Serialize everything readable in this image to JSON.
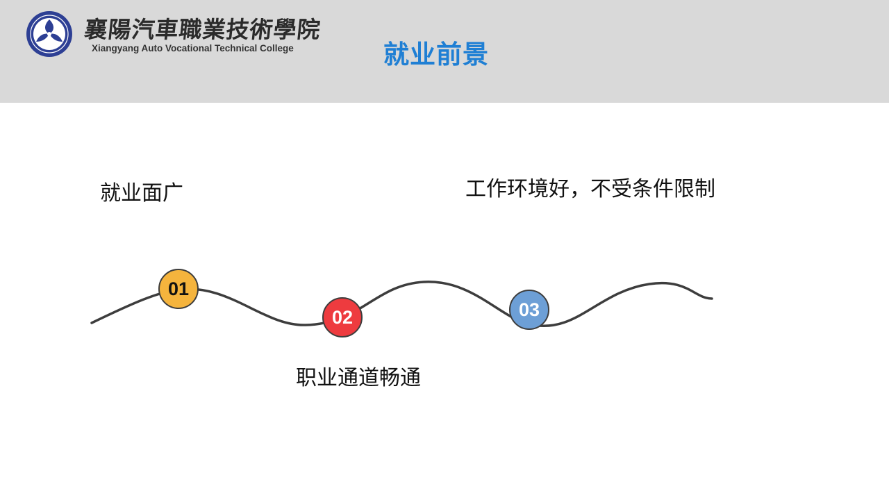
{
  "header": {
    "logo_cn": "襄陽汽車職業技術學院",
    "logo_en": "Xiangyang Auto Vocational Technical College",
    "title": "就业前景"
  },
  "timeline": {
    "steps": [
      {
        "number": "01",
        "text": "就业面广",
        "color": "#f5b43d"
      },
      {
        "number": "02",
        "text": "职业通道畅通",
        "color": "#ee3b3f"
      },
      {
        "number": "03",
        "text": "工作环境好，不受条件限制",
        "color": "#6d9fd6"
      }
    ]
  },
  "colors": {
    "header_bg": "#d9d9d9",
    "title": "#1f7fd4",
    "wave_line": "#3d3d3d"
  }
}
